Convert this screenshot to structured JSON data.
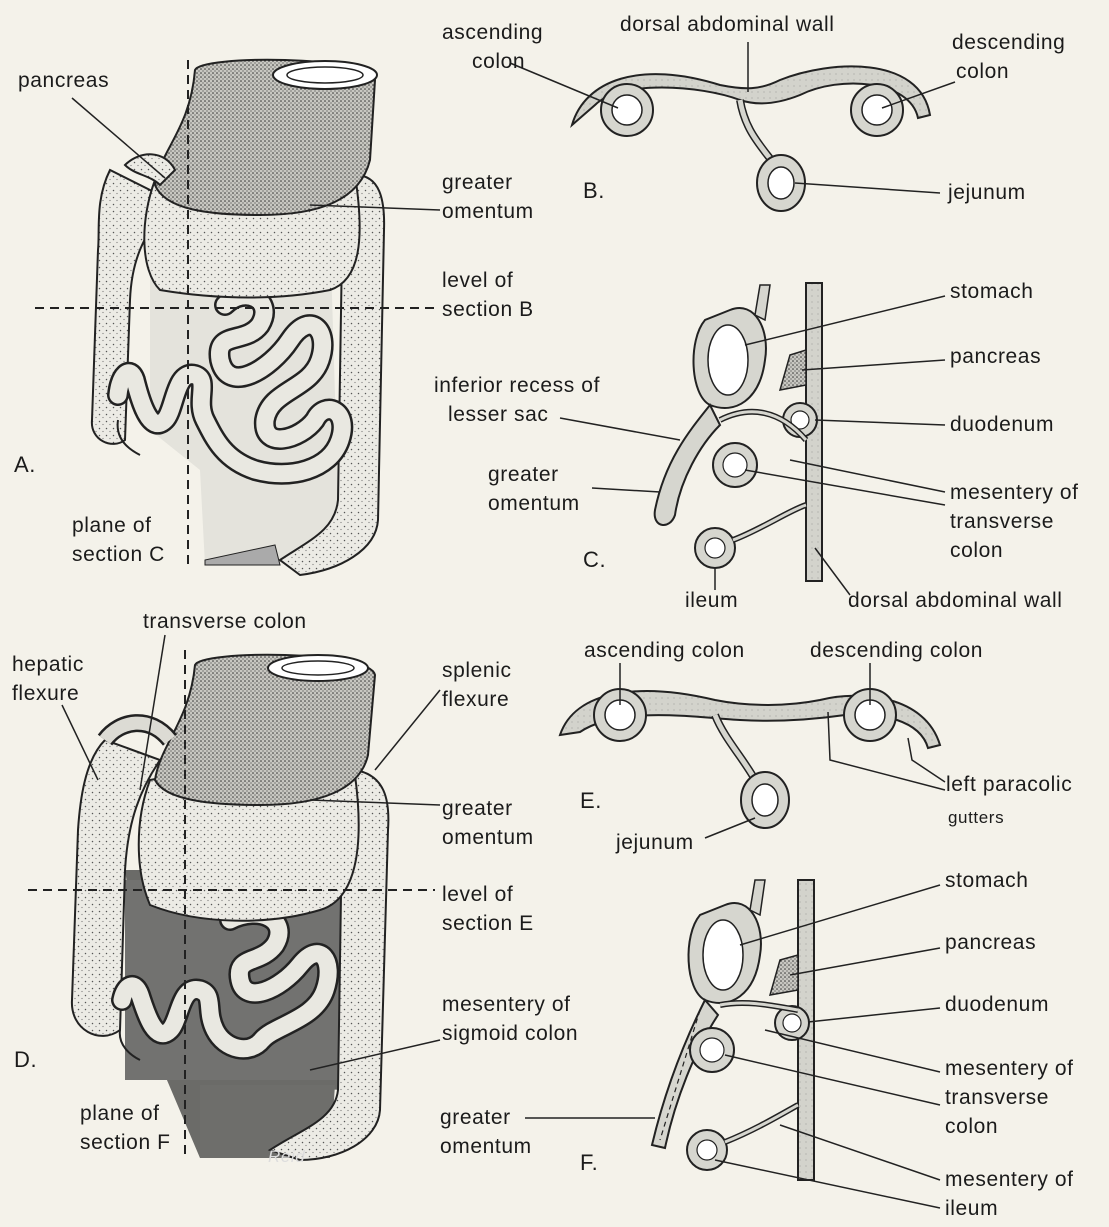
{
  "colors": {
    "background": "#f4f2ea",
    "ink": "#1b1b1b",
    "tissue": "#d6d6cf",
    "dark_mesentery": "#6b6b68",
    "lumen": "#ffffff"
  },
  "panels": {
    "A": {
      "letter": "A.",
      "labels": {
        "pancreas": "pancreas",
        "greater_omentum": [
          "greater",
          "omentum"
        ],
        "level_of_section_B": [
          "level of",
          "section B"
        ],
        "plane_of_section_C": [
          "plane of",
          "section C"
        ]
      }
    },
    "B": {
      "letter": "B.",
      "labels": {
        "ascending_colon": [
          "ascending",
          "colon"
        ],
        "dorsal_abdominal_wall": "dorsal abdominal wall",
        "descending_colon": [
          "descending",
          "colon"
        ],
        "jejunum": "jejunum"
      }
    },
    "C": {
      "letter": "C.",
      "labels": {
        "stomach": "stomach",
        "pancreas": "pancreas",
        "inferior_recess": [
          "inferior recess of",
          "lesser sac"
        ],
        "duodenum": "duodenum",
        "greater_omentum": [
          "greater",
          "omentum"
        ],
        "mesentery_of_transverse_colon": [
          "mesentery of",
          "transverse",
          "colon"
        ],
        "ileum": "ileum",
        "dorsal_abdominal_wall": "dorsal abdominal wall"
      }
    },
    "D": {
      "letter": "D.",
      "labels": {
        "transverse_colon": "transverse colon",
        "hepatic_flexure": [
          "hepatic",
          "flexure"
        ],
        "splenic_flexure": [
          "splenic",
          "flexure"
        ],
        "greater_omentum": [
          "greater",
          "omentum"
        ],
        "level_of_section_E": [
          "level of",
          "section E"
        ],
        "mesentery_of_sigmoid_colon": [
          "mesentery of",
          "sigmoid colon"
        ],
        "plane_of_section_F": [
          "plane of",
          "section F"
        ],
        "signature": "Reid"
      }
    },
    "E": {
      "letter": "E.",
      "labels": {
        "ascending_colon": "ascending colon",
        "descending_colon": "descending colon",
        "left_paracolic": "left paracolic",
        "gutters": "gutters",
        "jejunum": "jejunum"
      }
    },
    "F": {
      "letter": "F.",
      "labels": {
        "stomach": "stomach",
        "pancreas": "pancreas",
        "duodenum": "duodenum",
        "mesentery_of_transverse_colon": [
          "mesentery of",
          "transverse",
          "colon"
        ],
        "greater_omentum": [
          "greater",
          "omentum"
        ],
        "mesentery_of_ileum": [
          "mesentery of",
          "ileum"
        ]
      }
    }
  }
}
